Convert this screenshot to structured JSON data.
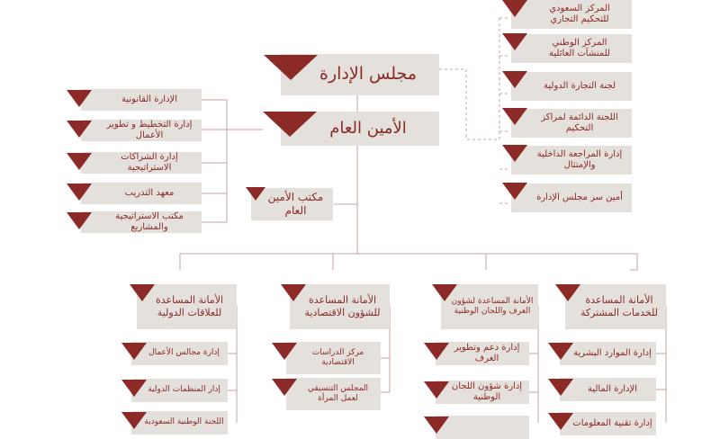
{
  "colors": {
    "accent": "#8b2a26",
    "box_bg": "#e4e0dc",
    "text": "#8a2a26",
    "line": "#c9a19c"
  },
  "board": {
    "label": "مجلس الإدارة"
  },
  "secretary_general": {
    "label": "الأمين العام"
  },
  "secretary_office": {
    "label": "مكتب الأمين العام"
  },
  "board_units": [
    {
      "label": "المركز السعودي للتحكيم التجاري"
    },
    {
      "label": "المركز الوطني للمنشآت العائلية"
    },
    {
      "label": "لجنة التجارة الدولية"
    },
    {
      "label": "اللجنة الدائمة لمراكز التحكيم"
    },
    {
      "label": "إدارة المراجعة الداخلية والإمتثال"
    },
    {
      "label": "أمين سر مجلس الإدارة"
    }
  ],
  "sg_departments": [
    {
      "label": "الإدارة القانونية"
    },
    {
      "label": "إدارة التخطيط و تطوير الأعمال"
    },
    {
      "label": "إدارة الشراكات الاستراتيجية"
    },
    {
      "label": "معهد التدريب"
    },
    {
      "label": "مكتب الاستراتيجية والمشاريع"
    }
  ],
  "assistant_secretariats": [
    {
      "label": "الأمانة المساعدة للخدمات المشتركة",
      "units": [
        {
          "label": "إدارة الموارد البشرية"
        },
        {
          "label": "الإدارة المالية"
        },
        {
          "label": "إدارة تقنية المعلومات"
        }
      ]
    },
    {
      "label": "الأمانة المساعدة لشؤون الغرف واللجان الوطنية",
      "units": [
        {
          "label": "إدارة دعم وتطوير الغرف"
        },
        {
          "label": "إدارة شؤون اللجان الوطنية"
        }
      ]
    },
    {
      "label": "الأمانة المساعدة للشؤون الاقتصادية",
      "units": [
        {
          "label": "مركز الدراسات الاقتصادية"
        },
        {
          "label": "المجلس التنسيقي لعمل المرأة"
        }
      ]
    },
    {
      "label": "الأمانة المساعدة للعلاقات الدولية",
      "units": [
        {
          "label": "إدارة مجالس الأعمال"
        },
        {
          "label": "إدار المنظمات الدولية"
        },
        {
          "label": "اللجنة الوطنية السعودية"
        }
      ]
    }
  ]
}
